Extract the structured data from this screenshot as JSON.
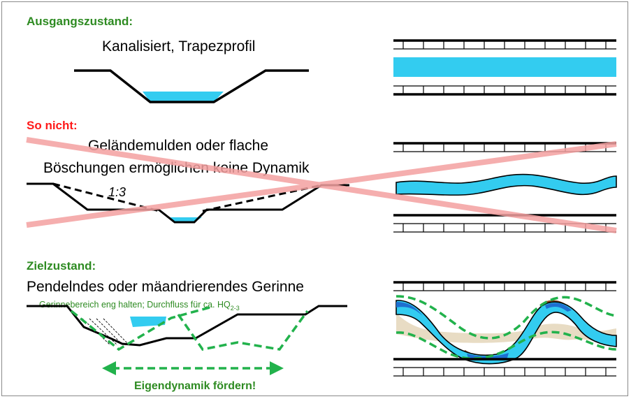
{
  "colors": {
    "heading_green": "#2e8b22",
    "heading_red": "#ff1a1a",
    "water": "#33ccf0",
    "water_deep": "#1e6fd0",
    "dashed_green": "#22b24c",
    "cross_red": "#f4a0a0",
    "gravel_bank": "#e8dcc4",
    "bank_brown": "#8b4a1c"
  },
  "section_initial": {
    "heading": "Ausgangszustand:",
    "caption": "Kanalisiert, Trapezprofil"
  },
  "section_wrong": {
    "heading": "So nicht:",
    "caption_line1": "Geländemulden oder flache",
    "caption_line2": "Böschungen ermöglichen keine Dynamik",
    "slope_label": "1:3"
  },
  "section_target": {
    "heading": "Zielzustand:",
    "caption": "Pendelndes oder mäandrierendes Gerinne",
    "note_text": "Gerinnebereich eng halten; Durchfluss für ca. HQ",
    "note_subscript": "2-3",
    "arrow_label": "Eigendynamik fördern!"
  }
}
